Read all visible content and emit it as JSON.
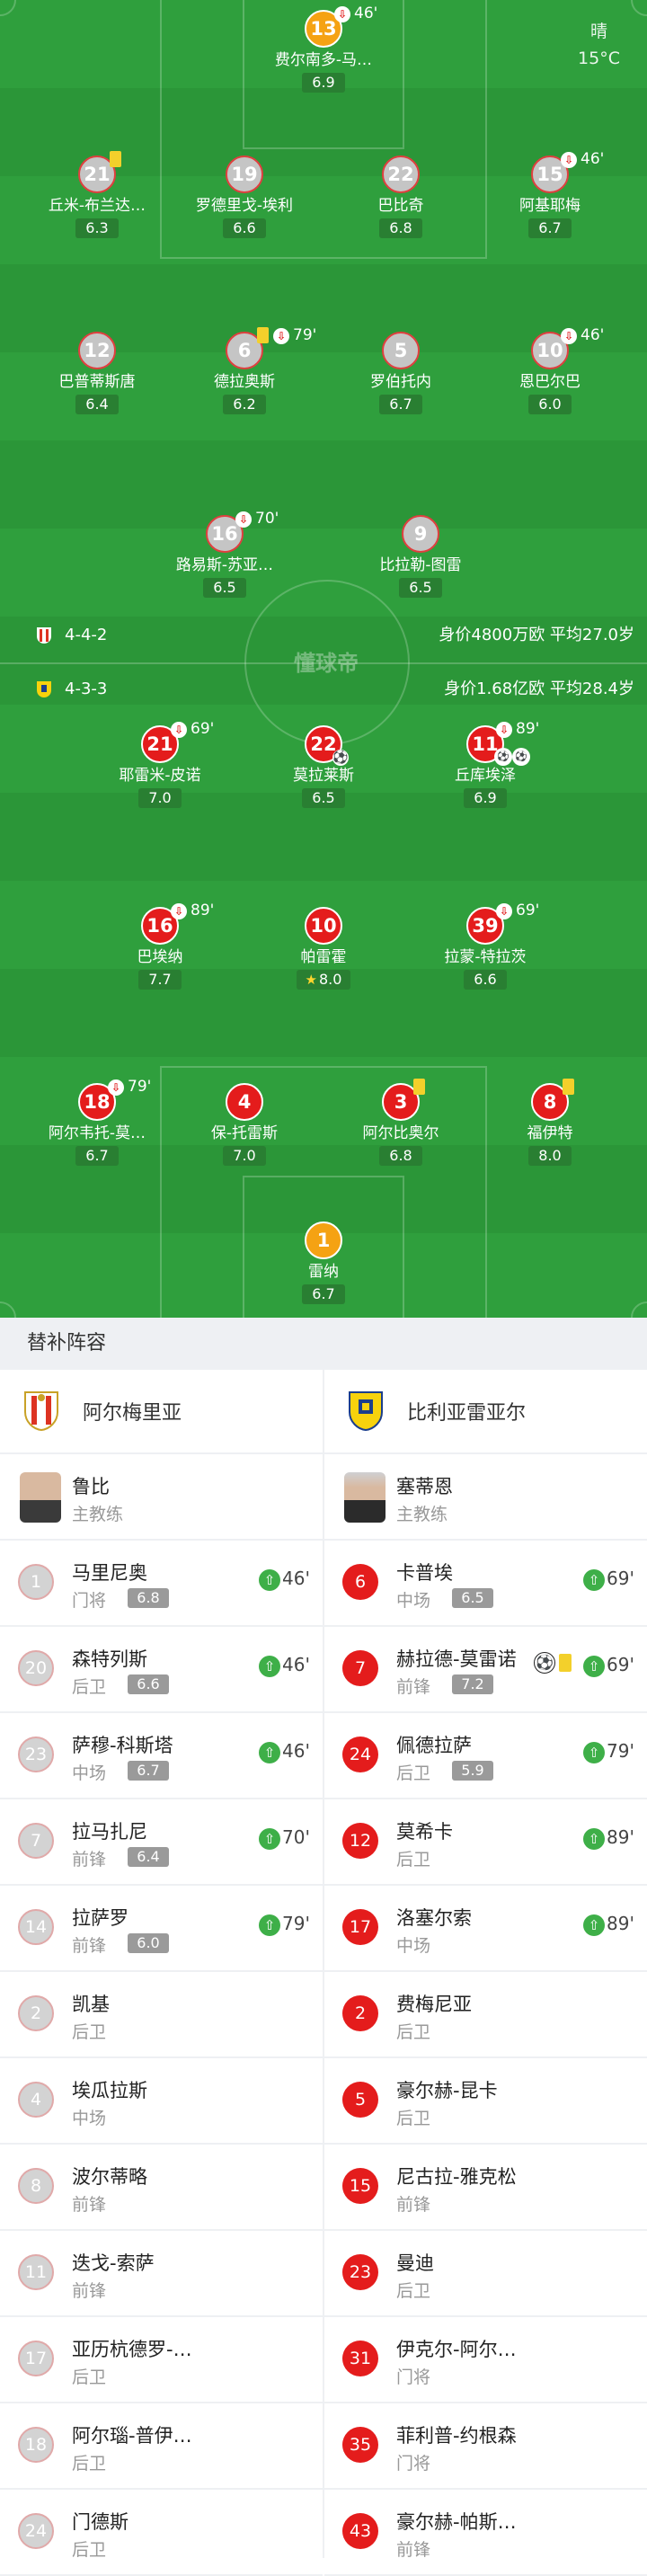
{
  "weather": {
    "condition": "晴",
    "temp": "15°C"
  },
  "watermark": "懂球帝",
  "home": {
    "formation": "4-4-2",
    "summary": "身价4800万欧  平均27.0岁",
    "players": [
      {
        "num": "13",
        "name": "费尔南多-马…",
        "rating": "6.9",
        "role": "gk",
        "sub": "46'"
      },
      {
        "num": "21",
        "name": "丘米-布兰达…",
        "rating": "6.3",
        "card": "yellow"
      },
      {
        "num": "19",
        "name": "罗德里戈-埃利",
        "rating": "6.6"
      },
      {
        "num": "22",
        "name": "巴比奇",
        "rating": "6.8"
      },
      {
        "num": "15",
        "name": "阿基耶梅",
        "rating": "6.7",
        "sub": "46'"
      },
      {
        "num": "12",
        "name": "巴普蒂斯唐",
        "rating": "6.4"
      },
      {
        "num": "6",
        "name": "德拉奥斯",
        "rating": "6.2",
        "card": "yellow",
        "sub": "79'"
      },
      {
        "num": "5",
        "name": "罗伯托内",
        "rating": "6.7"
      },
      {
        "num": "10",
        "name": "恩巴尔巴",
        "rating": "6.0",
        "sub": "46'"
      },
      {
        "num": "16",
        "name": "路易斯-苏亚…",
        "rating": "6.5",
        "sub": "70'"
      },
      {
        "num": "9",
        "name": "比拉勒-图雷",
        "rating": "6.5"
      }
    ]
  },
  "away": {
    "formation": "4-3-3",
    "summary": "身价1.68亿欧  平均28.4岁",
    "players": [
      {
        "num": "21",
        "name": "耶雷米-皮诺",
        "rating": "7.0",
        "sub": "69'"
      },
      {
        "num": "22",
        "name": "莫拉莱斯",
        "rating": "6.5",
        "goal": true
      },
      {
        "num": "11",
        "name": "丘库埃泽",
        "rating": "6.9",
        "sub": "89'"
      },
      {
        "num": "16",
        "name": "巴埃纳",
        "rating": "7.7",
        "sub": "89'"
      },
      {
        "num": "10",
        "name": "帕雷霍",
        "rating": "8.0",
        "best": true
      },
      {
        "num": "39",
        "name": "拉蒙-特拉茨",
        "rating": "6.6",
        "sub": "69'"
      },
      {
        "num": "18",
        "name": "阿尔韦托-莫…",
        "rating": "6.7",
        "sub": "79'"
      },
      {
        "num": "4",
        "name": "保-托雷斯",
        "rating": "7.0"
      },
      {
        "num": "3",
        "name": "阿尔比奥尔",
        "rating": "6.8",
        "card": "yellow"
      },
      {
        "num": "8",
        "name": "福伊特",
        "rating": "8.0"
      },
      {
        "num": "1",
        "name": "雷纳",
        "rating": "6.7",
        "role": "gk"
      }
    ]
  },
  "subs_header": "替补阵容",
  "teams": {
    "home": "阿尔梅里亚",
    "away": "比利亚雷亚尔"
  },
  "coaches": {
    "home": {
      "name": "鲁比",
      "role": "主教练"
    },
    "away": {
      "name": "塞蒂恩",
      "role": "主教练"
    }
  },
  "home_subs": [
    {
      "num": "1",
      "name": "马里尼奥",
      "pos": "门将",
      "rating": "6.8",
      "in": "46'"
    },
    {
      "num": "20",
      "name": "森特列斯",
      "pos": "后卫",
      "rating": "6.6",
      "in": "46'"
    },
    {
      "num": "23",
      "name": "萨穆-科斯塔",
      "pos": "中场",
      "rating": "6.7",
      "in": "46'"
    },
    {
      "num": "7",
      "name": "拉马扎尼",
      "pos": "前锋",
      "rating": "6.4",
      "in": "70'"
    },
    {
      "num": "14",
      "name": "拉萨罗",
      "pos": "前锋",
      "rating": "6.0",
      "in": "79'"
    },
    {
      "num": "2",
      "name": "凯基",
      "pos": "后卫"
    },
    {
      "num": "4",
      "name": "埃瓜拉斯",
      "pos": "中场"
    },
    {
      "num": "8",
      "name": "波尔蒂略",
      "pos": "前锋"
    },
    {
      "num": "11",
      "name": "迭戈-索萨",
      "pos": "前锋"
    },
    {
      "num": "17",
      "name": "亚历杭德罗-…",
      "pos": "后卫"
    },
    {
      "num": "18",
      "name": "阿尔瑙-普伊…",
      "pos": "后卫"
    },
    {
      "num": "24",
      "name": "门德斯",
      "pos": "后卫"
    }
  ],
  "away_subs": [
    {
      "num": "6",
      "name": "卡普埃",
      "pos": "中场",
      "rating": "6.5",
      "in": "69'"
    },
    {
      "num": "7",
      "name": "赫拉德-莫雷诺",
      "pos": "前锋",
      "rating": "7.2",
      "in": "69'",
      "goal": "⚽"
    },
    {
      "num": "24",
      "name": "佩德拉萨",
      "pos": "后卫",
      "rating": "5.9",
      "in": "79'"
    },
    {
      "num": "12",
      "name": "莫希卡",
      "pos": "后卫",
      "in": "89'"
    },
    {
      "num": "17",
      "name": "洛塞尔索",
      "pos": "中场",
      "in": "89'"
    },
    {
      "num": "2",
      "name": "费梅尼亚",
      "pos": "后卫"
    },
    {
      "num": "5",
      "name": "豪尔赫-昆卡",
      "pos": "后卫"
    },
    {
      "num": "15",
      "name": "尼古拉-雅克松",
      "pos": "前锋"
    },
    {
      "num": "23",
      "name": "曼迪",
      "pos": "后卫"
    },
    {
      "num": "31",
      "name": "伊克尔-阿尔…",
      "pos": "门将"
    },
    {
      "num": "35",
      "name": "菲利普-约根森",
      "pos": "门将"
    },
    {
      "num": "43",
      "name": "豪尔赫-帕斯…",
      "pos": "前锋"
    }
  ]
}
